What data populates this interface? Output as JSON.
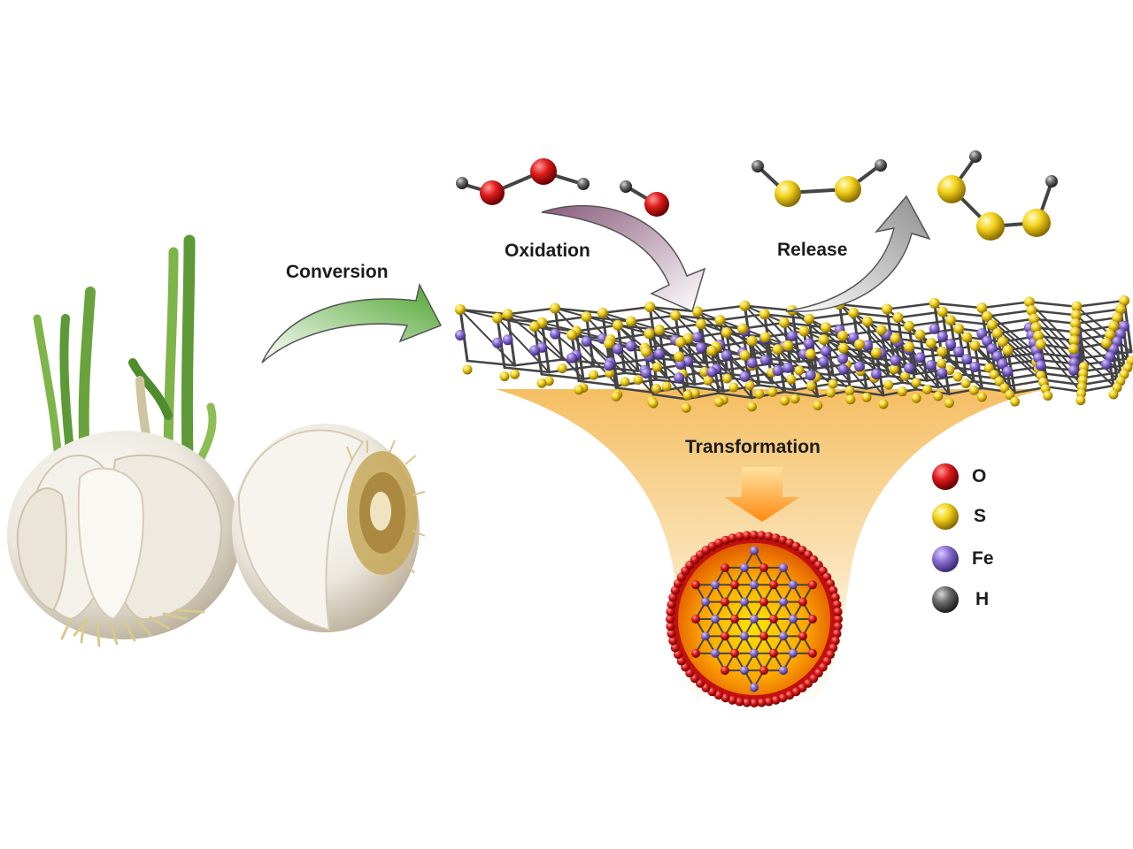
{
  "labels": {
    "conversion": "Conversion",
    "oxidation": "Oxidation",
    "release": "Release",
    "transformation": "Transformation"
  },
  "legend": [
    {
      "symbol": "O",
      "color": "#d01818"
    },
    {
      "symbol": "S",
      "color": "#f2cc12"
    },
    {
      "symbol": "Fe",
      "color": "#8b6fd1"
    },
    {
      "symbol": "H",
      "color": "#6a6a6a"
    }
  ],
  "colors": {
    "oxygen": "#d01818",
    "sulfur": "#f2cc12",
    "iron": "#8b6fd1",
    "hydrogen": "#6a6a6a",
    "bond": "#444444",
    "conversion_arrow": "#5fae3e",
    "oxidation_arrow": "#9a6e8c",
    "release_arrow": "#a8a8a8",
    "funnel": "#f3b347"
  }
}
